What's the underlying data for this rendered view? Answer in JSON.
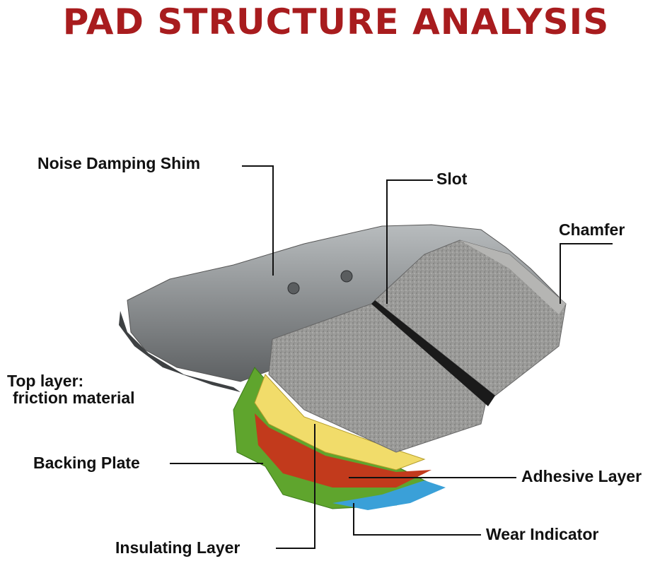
{
  "title": "PAD STRUCTURE ANALYSIS",
  "labels": {
    "noise_damping_shim": "Noise Damping Shim",
    "slot": "Slot",
    "chamfer": "Chamfer",
    "top_layer_line1": "Top layer:",
    "top_layer_line2": "friction material",
    "backing_plate": "Backing Plate",
    "adhesive_layer": "Adhesive Layer",
    "wear_indicator": "Wear Indicator",
    "insulating_layer": "Insulating Layer"
  },
  "colors": {
    "title": "#a81c1e",
    "backing_plate": "#8a8d8f",
    "friction": "#9a9a98",
    "green_layer": "#5fa52d",
    "yellow_layer": "#f1dc6a",
    "red_layer": "#c23a1c",
    "blue_layer": "#3aa0d8"
  }
}
